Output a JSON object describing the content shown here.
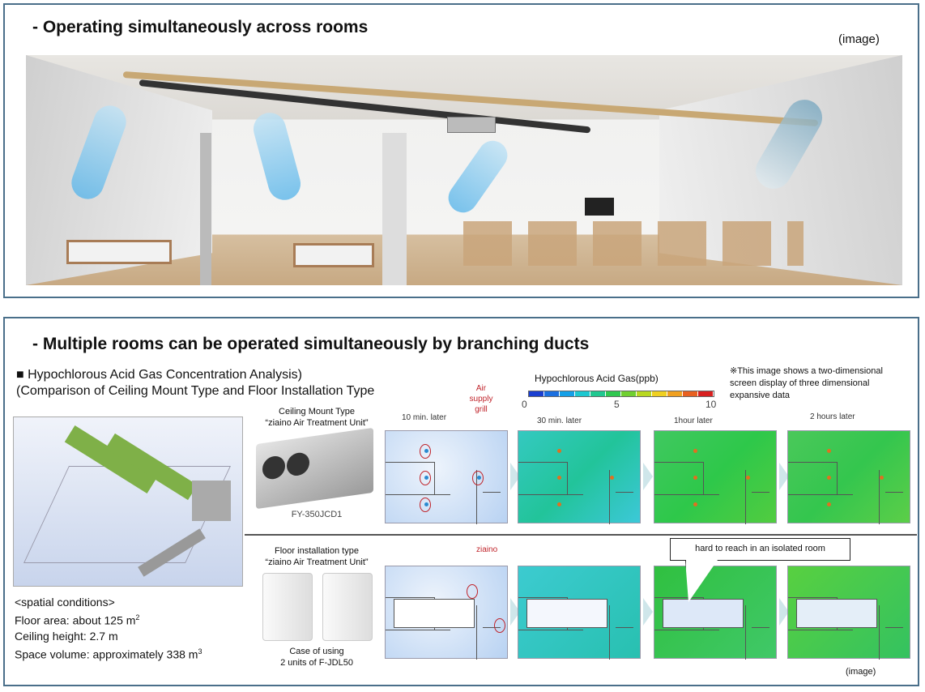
{
  "top": {
    "title": "- Operating simultaneously across rooms",
    "image_note": "(image)"
  },
  "bottom": {
    "title": "- Multiple rooms can be operated simultaneously by branching ducts",
    "analysis_title_1": "■ Hypochlorous Acid Gas Concentration Analysis)",
    "analysis_title_2": "(Comparison of Ceiling Mount Type and Floor Installation Type",
    "spatial": {
      "heading": "<spatial conditions>",
      "floor_area": "Floor area: about 125 m",
      "floor_area_sup": "2",
      "ceiling": "Ceiling height: 2.7 m",
      "volume": "Space volume: approximately 338 m",
      "volume_sup": "3"
    },
    "ceiling_unit": {
      "label_1": "Ceiling Mount Type",
      "label_2": "“ziaino Air Treatment Unit”",
      "model": "FY-350JCD1"
    },
    "floor_unit": {
      "label_1": "Floor installation type",
      "label_2": "“ziaino Air Treatment Unit”",
      "case_1": "Case of using",
      "case_2": "2 units of F-JDL50"
    },
    "air_supply_label": "Air supply grill",
    "ziaino_label": "ziaino",
    "time_labels": [
      "10 min. later",
      "30 min. later",
      "1hour later",
      "2 hours later"
    ],
    "legend": {
      "title": "Hypochlorous Acid Gas(ppb)",
      "ticks": [
        "0",
        "5",
        "10"
      ],
      "colors": [
        "#1a3fd0",
        "#1a6fe0",
        "#14a0e8",
        "#1cc8d0",
        "#20c890",
        "#30c850",
        "#70d030",
        "#b8d820",
        "#f0d020",
        "#f0a020",
        "#e86020",
        "#d82020"
      ]
    },
    "note": "※This image shows a two-dimensional screen display of three dimensional expansive data",
    "callout": "hard to reach in an isolated room",
    "image_note": "(image)"
  }
}
